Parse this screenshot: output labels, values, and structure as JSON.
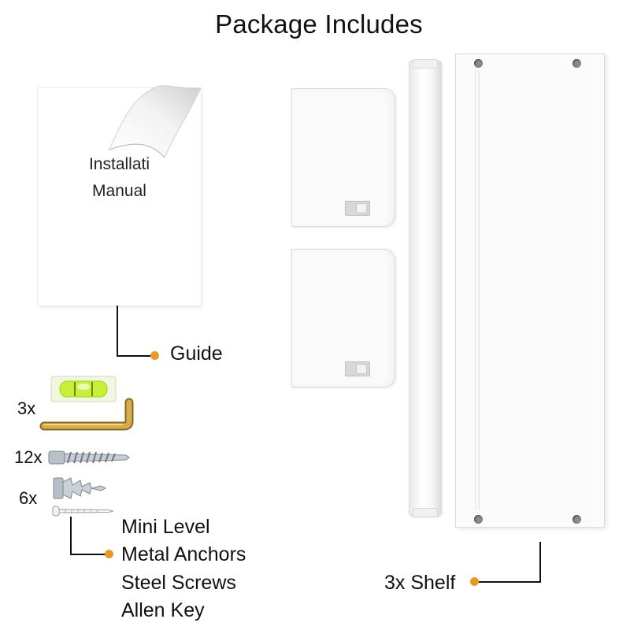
{
  "title": "Package Includes",
  "manual": {
    "line1": "Installati",
    "line2": "Manual"
  },
  "guide_label": "Guide",
  "hardware": {
    "qty_level_key": "3x",
    "qty_anchors": "12x",
    "qty_screws": "6x",
    "items": [
      "Mini Level",
      "Metal Anchors",
      "Steel Screws",
      "Allen Key"
    ]
  },
  "shelf_label": "3x Shelf",
  "colors": {
    "accent_dot": "#e69a28",
    "level_liquid": "#c8f03a",
    "brass": "#c79a3a"
  }
}
